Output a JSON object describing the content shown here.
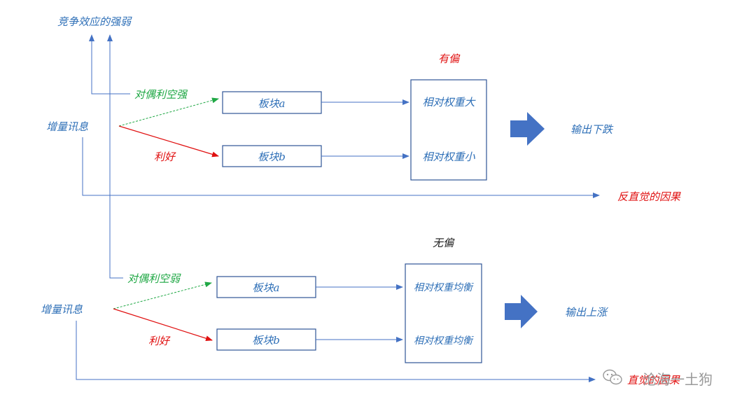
{
  "colors": {
    "blue_text": "#2E6FB7",
    "line_blue": "#4472C4",
    "red": "#E01010",
    "green": "#20A845",
    "box_border": "#2F5597",
    "big_arrow": "#4472C4"
  },
  "top_label": "竞争效应的强弱",
  "upper": {
    "bias_label": "有偏",
    "source": "增量讯息",
    "branch_green": "对偶利空强",
    "branch_red": "利好",
    "box_a": "板块a",
    "box_b": "板块b",
    "weight_top": "相对权重大",
    "weight_bottom": "相对权重小",
    "output": "输出下跌",
    "bottom_arrow_label": "反直觉的因果"
  },
  "lower": {
    "bias_label": "无偏",
    "source": "增量讯息",
    "branch_green": "对偶利空弱",
    "branch_red": "利好",
    "box_a": "板块a",
    "box_b": "板块b",
    "weight_top": "相对权重均衡",
    "weight_bottom": "相对权重均衡",
    "output": "输出上涨",
    "bottom_arrow_label": "直觉的因果"
  },
  "watermark": {
    "text": "沧海一土狗",
    "icon": "wechat-icon"
  }
}
